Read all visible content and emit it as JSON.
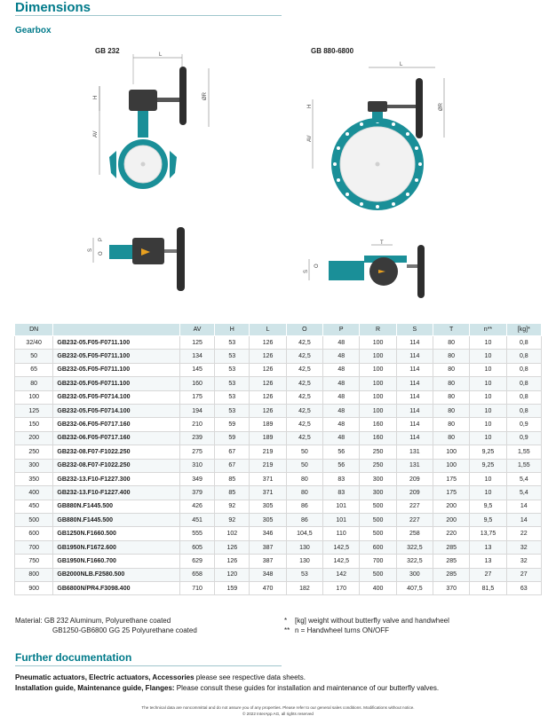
{
  "header": {
    "title": "Dimensions",
    "subtitle": "Gearbox"
  },
  "figures": {
    "left_label": "GB 232",
    "right_label": "GB 880-6800",
    "dim_letters": {
      "L": "L",
      "H": "H",
      "AV": "AV",
      "R": "ØR",
      "T": "T",
      "S": "S",
      "O": "O",
      "P": "P"
    }
  },
  "table": {
    "headers": [
      "DN",
      "",
      "AV",
      "H",
      "L",
      "O",
      "P",
      "R",
      "S",
      "T",
      "n**",
      "[kg]*"
    ],
    "rows": [
      [
        "32/40",
        "GB232-05.F05-F0711.100",
        "125",
        "53",
        "126",
        "42,5",
        "48",
        "100",
        "114",
        "80",
        "10",
        "0,8"
      ],
      [
        "50",
        "GB232-05.F05-F0711.100",
        "134",
        "53",
        "126",
        "42,5",
        "48",
        "100",
        "114",
        "80",
        "10",
        "0,8"
      ],
      [
        "65",
        "GB232-05.F05-F0711.100",
        "145",
        "53",
        "126",
        "42,5",
        "48",
        "100",
        "114",
        "80",
        "10",
        "0,8"
      ],
      [
        "80",
        "GB232-05.F05-F0711.100",
        "160",
        "53",
        "126",
        "42,5",
        "48",
        "100",
        "114",
        "80",
        "10",
        "0,8"
      ],
      [
        "100",
        "GB232-05.F05-F0714.100",
        "175",
        "53",
        "126",
        "42,5",
        "48",
        "100",
        "114",
        "80",
        "10",
        "0,8"
      ],
      [
        "125",
        "GB232-05.F05-F0714.100",
        "194",
        "53",
        "126",
        "42,5",
        "48",
        "100",
        "114",
        "80",
        "10",
        "0,8"
      ],
      [
        "150",
        "GB232-06.F05-F0717.160",
        "210",
        "59",
        "189",
        "42,5",
        "48",
        "160",
        "114",
        "80",
        "10",
        "0,9"
      ],
      [
        "200",
        "GB232-06.F05-F0717.160",
        "239",
        "59",
        "189",
        "42,5",
        "48",
        "160",
        "114",
        "80",
        "10",
        "0,9"
      ],
      [
        "250",
        "GB232-08.F07-F1022.250",
        "275",
        "67",
        "219",
        "50",
        "56",
        "250",
        "131",
        "100",
        "9,25",
        "1,55"
      ],
      [
        "300",
        "GB232-08.F07-F1022.250",
        "310",
        "67",
        "219",
        "50",
        "56",
        "250",
        "131",
        "100",
        "9,25",
        "1,55"
      ],
      [
        "350",
        "GB232-13.F10-F1227.300",
        "349",
        "85",
        "371",
        "80",
        "83",
        "300",
        "209",
        "175",
        "10",
        "5,4"
      ],
      [
        "400",
        "GB232-13.F10-F1227.400",
        "379",
        "85",
        "371",
        "80",
        "83",
        "300",
        "209",
        "175",
        "10",
        "5,4"
      ],
      [
        "450",
        "GB880N.F1445.500",
        "426",
        "92",
        "305",
        "86",
        "101",
        "500",
        "227",
        "200",
        "9,5",
        "14"
      ],
      [
        "500",
        "GB880N.F1445.500",
        "451",
        "92",
        "305",
        "86",
        "101",
        "500",
        "227",
        "200",
        "9,5",
        "14"
      ],
      [
        "600",
        "GB1250N.F1660.500",
        "555",
        "102",
        "346",
        "104,5",
        "110",
        "500",
        "258",
        "220",
        "13,75",
        "22"
      ],
      [
        "700",
        "GB1950N.F1672.600",
        "605",
        "126",
        "387",
        "130",
        "142,5",
        "600",
        "322,5",
        "285",
        "13",
        "32"
      ],
      [
        "750",
        "GB1950N.F1660.700",
        "629",
        "126",
        "387",
        "130",
        "142,5",
        "700",
        "322,5",
        "285",
        "13",
        "32"
      ],
      [
        "800",
        "GB2000NLB.F2580.500",
        "658",
        "120",
        "348",
        "53",
        "142",
        "500",
        "300",
        "285",
        "27",
        "27"
      ],
      [
        "900",
        "GB6800N/PR4.F3098.400",
        "710",
        "159",
        "470",
        "182",
        "170",
        "400",
        "407,5",
        "370",
        "81,5",
        "63"
      ]
    ]
  },
  "material": {
    "line1": "Material:  GB 232 Aluminum, Polyurethane coated",
    "line2": "GB1250-GB6800 GG 25 Polyurethane coated"
  },
  "notes": [
    {
      "sym": "*",
      "text": "[kg] weight without butterfly valve and handwheel"
    },
    {
      "sym": "**",
      "text": "n = Handwheel turns ON/OFF"
    }
  ],
  "further": {
    "title": "Further documentation",
    "line1_bold": "Pneumatic actuators, Electric actuators, Accessories",
    "line1_rest": " please see respective data sheets.",
    "line2_bold": "Installation guide, Maintenance guide, Flanges:",
    "line2_rest": " Please consult these guides for installation and maintenance of our butterfly valves."
  },
  "footer": {
    "line1": "The technical data are noncommittal and do not assure you of any properties. Please refer to our general sales conditions. Modifications without notice.",
    "line2": "© 2022 InterApp AG, all rights reserved"
  },
  "colors": {
    "accent": "#007a8a",
    "valve": "#1a8f98",
    "gearbox": "#3a3a3a",
    "liner": "#f2f2f2",
    "header_bg": "#cfe4e8"
  }
}
